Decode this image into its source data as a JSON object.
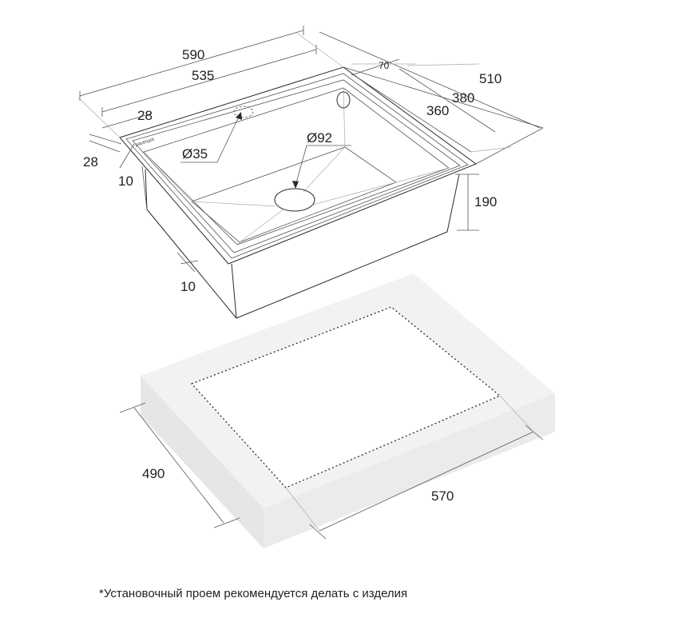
{
  "dimensions": {
    "width_outer": "590",
    "width_inner": "535",
    "depth_outer": "510",
    "depth_380": "380",
    "depth_360": "360",
    "offset_70": "70",
    "rim_28_top": "28",
    "rim_28_side": "28",
    "rim_10_top": "10",
    "rim_10_bottom": "10",
    "drain_hole": "Ø92",
    "overflow_hole": "Ø35",
    "bowl_depth": "190",
    "cutout_depth": "490",
    "cutout_width": "570"
  },
  "brand": "paulmark",
  "note": "*Установочный проем рекомендуется делать с изделия",
  "colors": {
    "line": "#2a2a2a",
    "countertop_face": "#f2f2f2",
    "countertop_edge": "#e6e6e6",
    "text": "#222222"
  }
}
